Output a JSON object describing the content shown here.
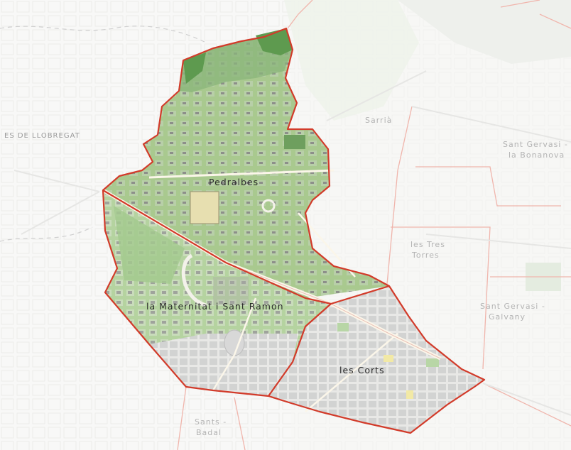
{
  "map": {
    "district_labels": {
      "pedralbes": "Pedralbes",
      "maternitat": "la Maternitat i Sant Ramon",
      "corts": "les Corts"
    },
    "surrounding_labels": {
      "sarria": "Sarrià",
      "sant_gervasi_bonanova_1": "Sant Gervasi -",
      "sant_gervasi_bonanova_2": "la Bonanova",
      "tres_torres_1": "les Tres",
      "tres_torres_2": "Torres",
      "sant_gervasi_galvany_1": "Sant Gervasi -",
      "sant_gervasi_galvany_2": "Galvany",
      "sants_badal_1": "Sants -",
      "sants_badal_2": "Badal",
      "llobregat": "ES DE LLOBREGAT"
    },
    "colors": {
      "boundary": "#d23b2a",
      "pedralbes_green": "#a9c98f",
      "maternitat_green": "#b8d6a6",
      "urban_gray": "#dcdcdc",
      "park_dark": "#5e9a4f",
      "road_light": "#f3efe4"
    }
  }
}
